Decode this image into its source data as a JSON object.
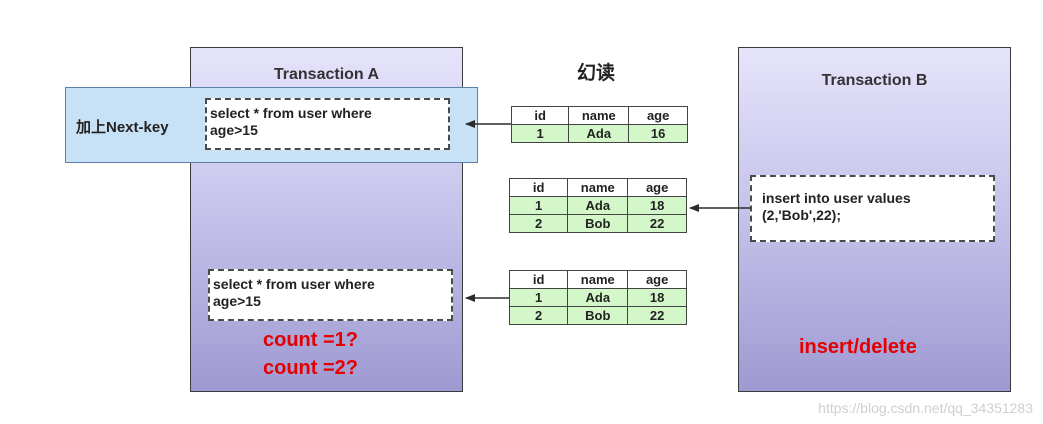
{
  "diagram_title": "幻读",
  "transaction_a": {
    "title": "Transaction A",
    "lock_label": "加上Next-key",
    "query1": {
      "line1": "select * from user where",
      "line2": "age>15"
    },
    "query2": {
      "line1": "select * from user where",
      "line2": "age>15"
    },
    "count_line1": "count =1?",
    "count_line2": "count =2?"
  },
  "transaction_b": {
    "title": "Transaction B",
    "insert": {
      "line1": "insert into user values",
      "line2": "(2,'Bob',22);"
    },
    "op_label": "insert/delete"
  },
  "tables": {
    "headers": [
      "id",
      "name",
      "age"
    ],
    "t1": [
      [
        "1",
        "Ada",
        "16"
      ]
    ],
    "t2": [
      [
        "1",
        "Ada",
        "18"
      ],
      [
        "2",
        "Bob",
        "22"
      ]
    ],
    "t3": [
      [
        "1",
        "Ada",
        "18"
      ],
      [
        "2",
        "Bob",
        "22"
      ]
    ]
  },
  "watermark": "https://blog.csdn.net/qq_34351283",
  "colors": {
    "panel_top": "#e6e4fb",
    "panel_bottom": "#9e9ad2",
    "lock_band": "#c7e1f7",
    "table_row": "#d4f7c9",
    "emphasis": "#e40000"
  }
}
